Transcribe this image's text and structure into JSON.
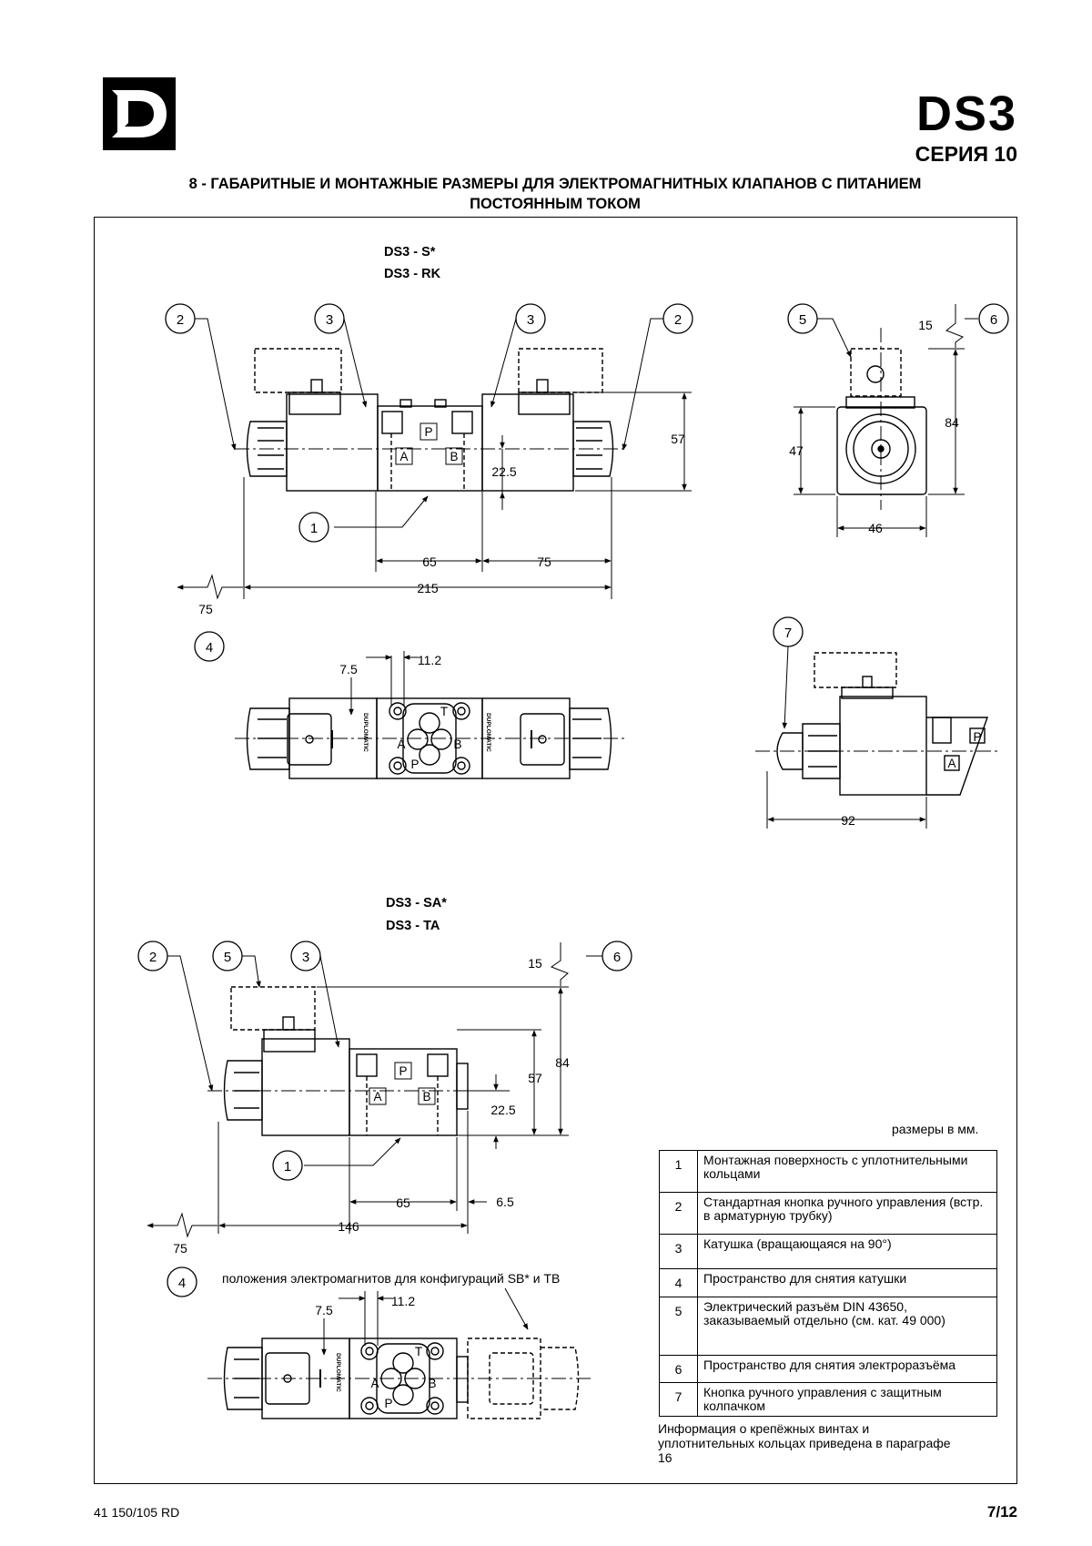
{
  "header": {
    "product": "DS3",
    "series": "СЕРИЯ 10",
    "title_line1": "8 - ГАБАРИТНЫЕ И МОНТАЖНЫЕ РАЗМЕРЫ ДЛЯ ЭЛЕКТРОМАГНИТНЫХ КЛАПАНОВ С ПИТАНИЕМ",
    "title_line2": "ПОСТОЯННЫМ ТОКОМ"
  },
  "drawing1": {
    "model_a": "DS3 - S*",
    "model_b": "DS3 - RK",
    "dims": {
      "d57": "57",
      "d22_5": "22.5",
      "d65": "65",
      "d75": "75",
      "d215": "215",
      "d75_clear": "75",
      "d7_5": "7.5",
      "d11_2": "11.2",
      "d15": "15",
      "d84": "84",
      "d47": "47",
      "d46": "46",
      "d92": "92"
    }
  },
  "drawing2": {
    "model_a": "DS3 - SA*",
    "model_b": "DS3 - TA",
    "dims": {
      "d15": "15",
      "d84": "84",
      "d57": "57",
      "d22_5": "22.5",
      "d65": "65",
      "d6_5": "6.5",
      "d146": "146",
      "d75_clear": "75",
      "d7_5": "7.5",
      "d11_2": "11.2"
    },
    "solenoid_note": "положения электромагнитов для конфигураций SB* и TB"
  },
  "ports": {
    "p": "P",
    "a": "A",
    "b": "B",
    "t": "T",
    "brand": "DUPLOMATIC"
  },
  "callouts": [
    "1",
    "2",
    "3",
    "4",
    "5",
    "6",
    "7"
  ],
  "units_note": "размеры в мм.",
  "legend": [
    {
      "num": "1",
      "text": "Монтажная поверхность с уплотнительными кольцами"
    },
    {
      "num": "2",
      "text": "Стандартная кнопка ручного управления (встр. в арматурную трубку)"
    },
    {
      "num": "3",
      "text": "Катушка (вращающаяся на 90°)"
    },
    {
      "num": "4",
      "text": "Пространство для снятия катушки"
    },
    {
      "num": "5",
      "text": "Электрический разъём DIN 43650, заказываемый отдельно (см. кат. 49 000)"
    },
    {
      "num": "6",
      "text": "Пространство для снятия электроразъёма"
    },
    {
      "num": "7",
      "text": "Кнопка ручного управления с защитным колпачком"
    }
  ],
  "footer_note": "Информация о крепёжных винтах и уплотнительных кольцах приведена в параграфе 16",
  "doc_code": "41 150/105 RD",
  "page": "7/12"
}
